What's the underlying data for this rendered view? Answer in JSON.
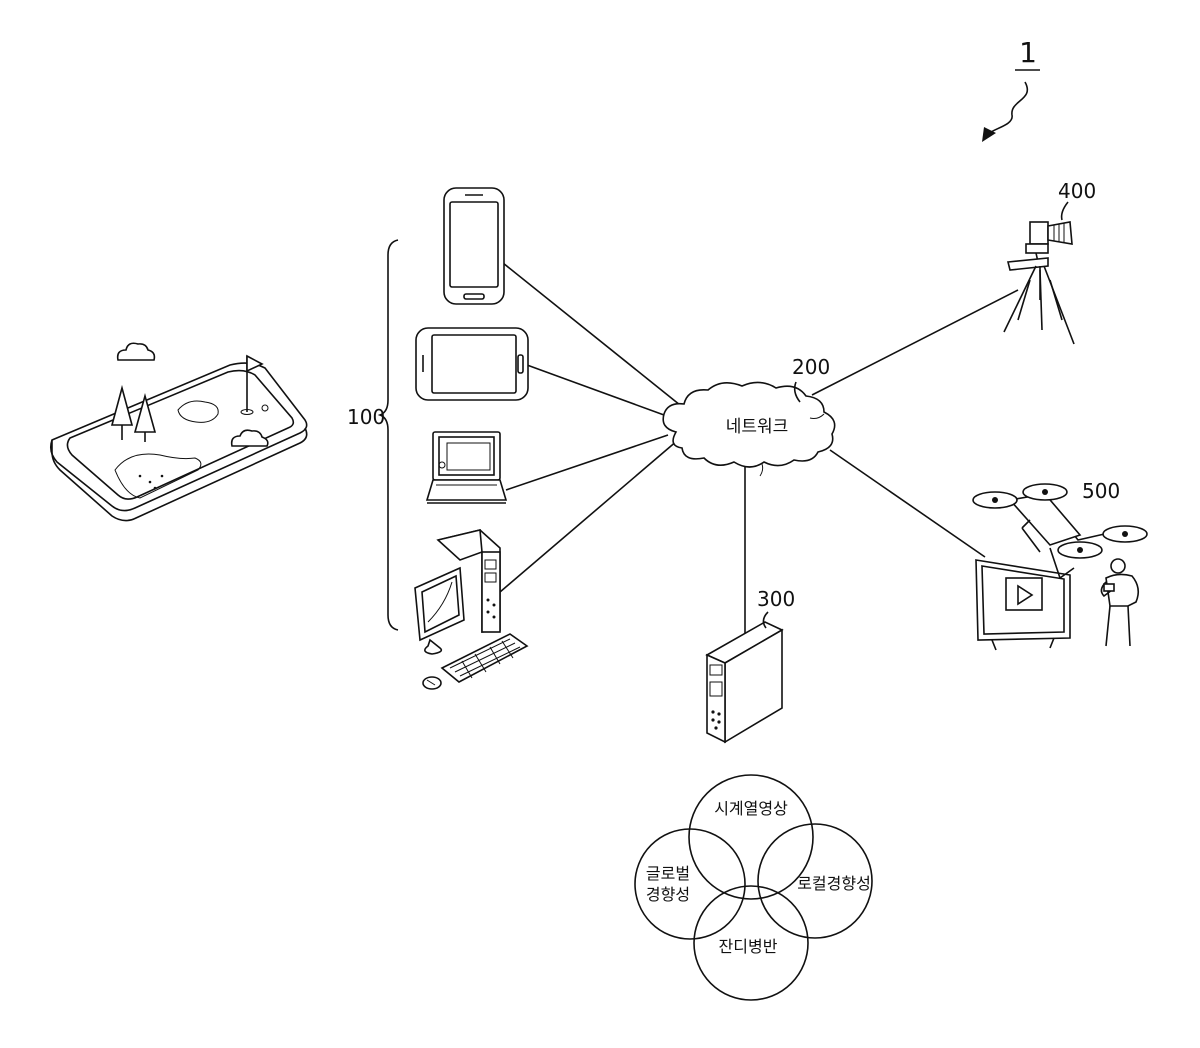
{
  "figure": {
    "system_ref": "1",
    "labels": {
      "user_terminals": "100",
      "network": "200",
      "server": "300",
      "camera": "400",
      "drone": "500"
    },
    "network_text": "네트워크",
    "venn": {
      "top": "시계열영상",
      "left": [
        "글로벌",
        "경향성"
      ],
      "right": "로컬경향성",
      "bottom": "잔디병반"
    }
  },
  "icons": [
    "golf-course-icon",
    "smartphone-icon",
    "tablet-icon",
    "laptop-icon",
    "desktop-computer-icon",
    "cloud-icon",
    "server-icon",
    "camera-tripod-icon",
    "drone-icon",
    "display-icon",
    "person-icon"
  ]
}
